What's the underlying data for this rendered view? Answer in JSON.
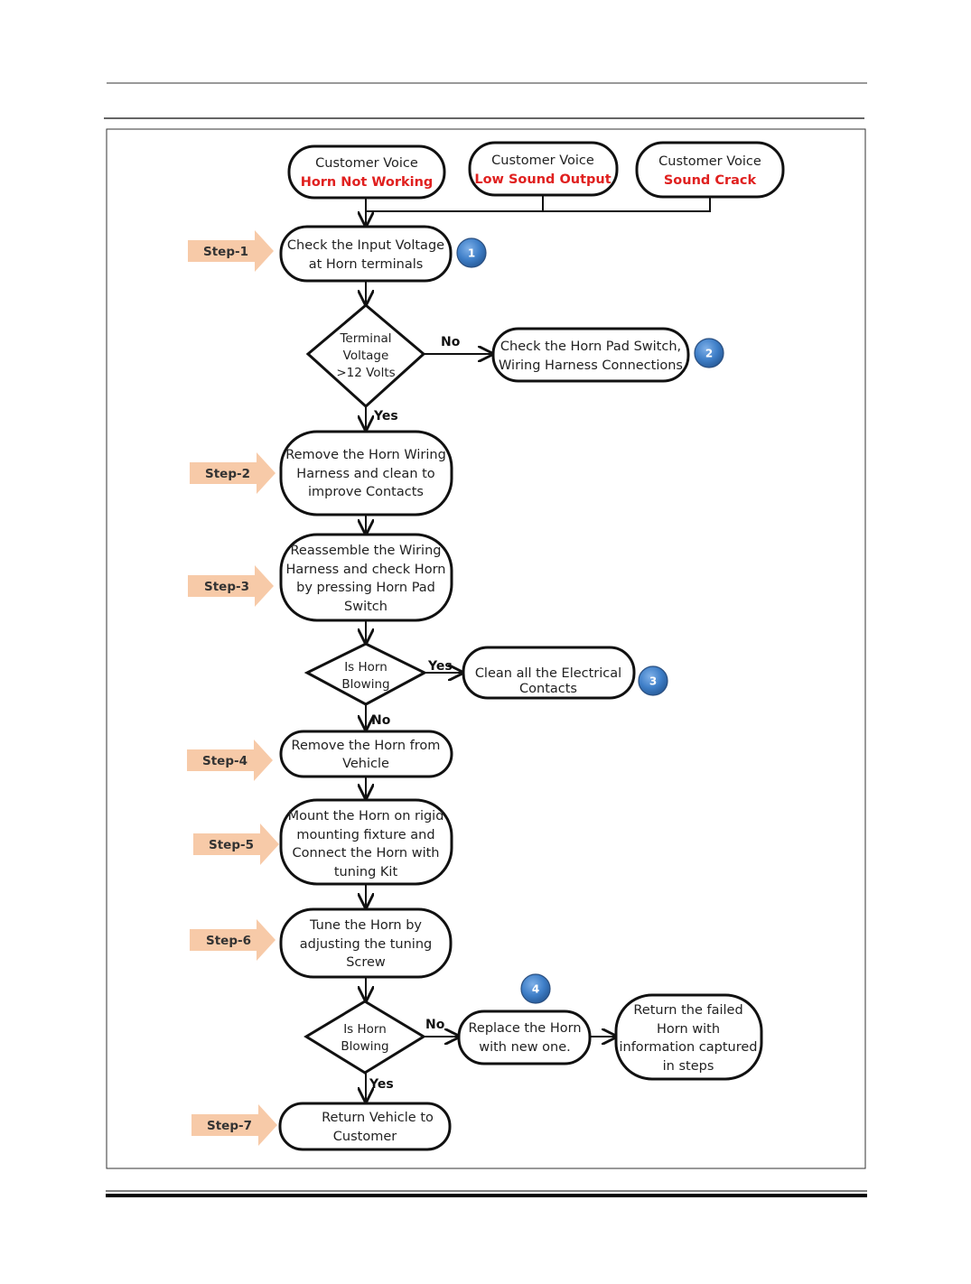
{
  "colors": {
    "accent_red": "#e0201f",
    "step_arrow": "#f7caa8",
    "badge_blue": "#3f7fc8",
    "line": "#111111"
  },
  "customer_voices": [
    {
      "line1": "Customer Voice",
      "line2": "Horn Not Working"
    },
    {
      "line1": "Customer Voice",
      "line2": "Low Sound Output"
    },
    {
      "line1": "Customer Voice",
      "line2": "Sound Crack"
    }
  ],
  "steps": [
    {
      "label": "Step-1"
    },
    {
      "label": "Step-2"
    },
    {
      "label": "Step-3"
    },
    {
      "label": "Step-4"
    },
    {
      "label": "Step-5"
    },
    {
      "label": "Step-6"
    },
    {
      "label": "Step-7"
    }
  ],
  "boxes": {
    "check_voltage": [
      "Check the Input Voltage",
      "at Horn terminals"
    ],
    "check_pad": [
      "Check the Horn Pad Switch,",
      "Wiring Harness Connections"
    ],
    "remove_wiring": [
      "Remove the Horn Wiring",
      "Harness and clean to",
      "improve  Contacts"
    ],
    "reassemble": [
      "Reassemble the Wiring",
      "Harness and check Horn",
      "by pressing Horn Pad",
      "Switch"
    ],
    "clean_contacts": [
      "Clean all the Electrical",
      "Contacts"
    ],
    "remove_horn": [
      "Remove the Horn from",
      "Vehicle"
    ],
    "mount_horn": [
      "Mount the Horn on rigid",
      "mounting  fixture and",
      "Connect the Horn with",
      "tuning Kit"
    ],
    "tune_horn": [
      "Tune the Horn by",
      "adjusting the tuning",
      "Screw"
    ],
    "replace_horn": [
      "Replace the Horn",
      "with new one."
    ],
    "return_failed": [
      "Return the failed",
      "Horn with",
      "information captured",
      "in steps"
    ],
    "return_vehicle": [
      "Return  Vehicle to",
      "Customer"
    ]
  },
  "decisions": {
    "voltage": [
      "Terminal",
      "Voltage",
      ">12 Volts"
    ],
    "blowing_1": [
      "Is Horn",
      "Blowing"
    ],
    "blowing_2": [
      "Is Horn",
      "Blowing"
    ]
  },
  "edge_labels": {
    "voltage_no": "No",
    "voltage_yes": "Yes",
    "blowing1_yes": "Yes",
    "blowing1_no": "No",
    "blowing2_no": "No",
    "blowing2_yes": "Yes"
  },
  "badges": [
    "1",
    "2",
    "3",
    "4"
  ]
}
